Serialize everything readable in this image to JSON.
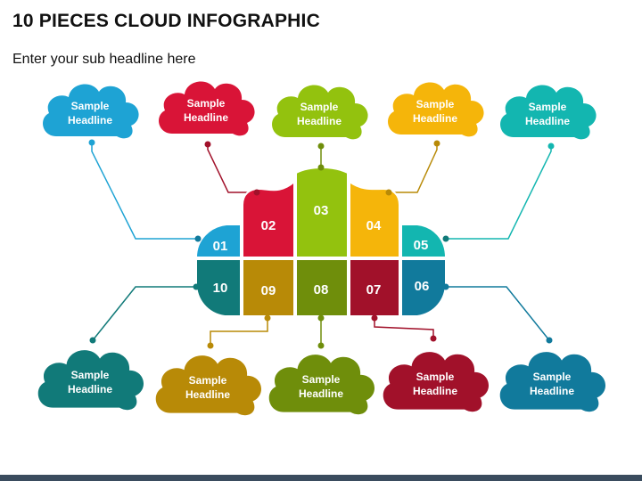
{
  "title": "10 PIECES CLOUD INFOGRAPHIC",
  "subtitle": "Enter your sub headline here",
  "colors": {
    "c01": "#1ea3d4",
    "c02": "#d91437",
    "c03": "#93c20e",
    "c04": "#f5b50a",
    "c05": "#13b6b0",
    "c06": "#117a9c",
    "c07": "#a1112a",
    "c08": "#6f8e0b",
    "c09": "#b88a07",
    "c10": "#117a79"
  },
  "clouds": [
    {
      "line1": "Sample",
      "line2": "Headline",
      "color": "#1ea3d4"
    },
    {
      "line1": "Sample",
      "line2": "Headline",
      "color": "#d91437"
    },
    {
      "line1": "Sample",
      "line2": "Headline",
      "color": "#93c20e"
    },
    {
      "line1": "Sample",
      "line2": "Headline",
      "color": "#f5b50a"
    },
    {
      "line1": "Sample",
      "line2": "Headline",
      "color": "#13b6b0"
    },
    {
      "line1": "Sample",
      "line2": "Headline",
      "color": "#117a79"
    },
    {
      "line1": "Sample",
      "line2": "Headline",
      "color": "#b88a07"
    },
    {
      "line1": "Sample",
      "line2": "Headline",
      "color": "#6f8e0b"
    },
    {
      "line1": "Sample",
      "line2": "Headline",
      "color": "#a1112a"
    },
    {
      "line1": "Sample",
      "line2": "Headline",
      "color": "#117a9c"
    }
  ],
  "pieces": {
    "p01": "01",
    "p02": "02",
    "p03": "03",
    "p04": "04",
    "p05": "05",
    "p06": "06",
    "p07": "07",
    "p08": "08",
    "p09": "09",
    "p10": "10"
  }
}
